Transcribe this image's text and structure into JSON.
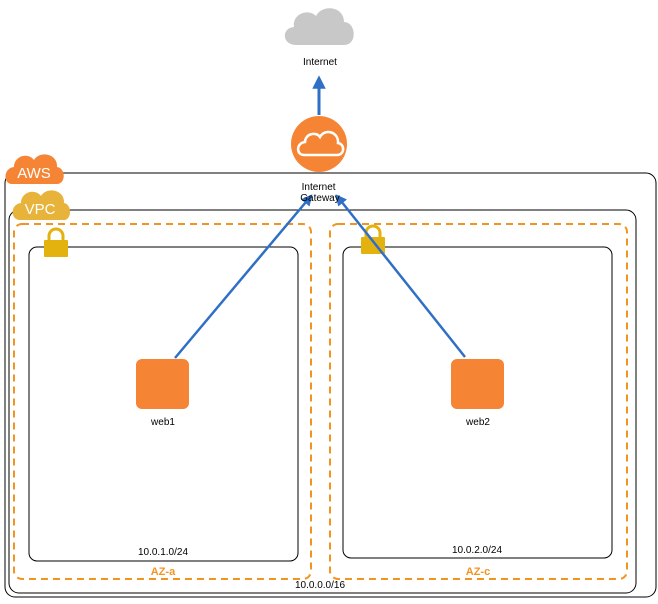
{
  "internet": {
    "label": "Internet"
  },
  "gateway": {
    "label_line1": "Internet",
    "label_line2": "Gateway"
  },
  "aws": {
    "badge": "AWS"
  },
  "vpc": {
    "badge": "VPC",
    "cidr": "10.0.0.0/16"
  },
  "az_a": {
    "label": "AZ-a",
    "subnet_cidr": "10.0.1.0/24",
    "instance": "web1"
  },
  "az_c": {
    "label": "AZ-c",
    "subnet_cidr": "10.0.2.0/24",
    "instance": "web2"
  },
  "colors": {
    "accent": "#f29422",
    "arrow": "#2f6fc6",
    "instance": "#f58534",
    "cloud": "#c8c8c8",
    "lock": "#e3b20f",
    "badge_aws": "#f58534",
    "badge_vpc": "#e8b33a"
  }
}
